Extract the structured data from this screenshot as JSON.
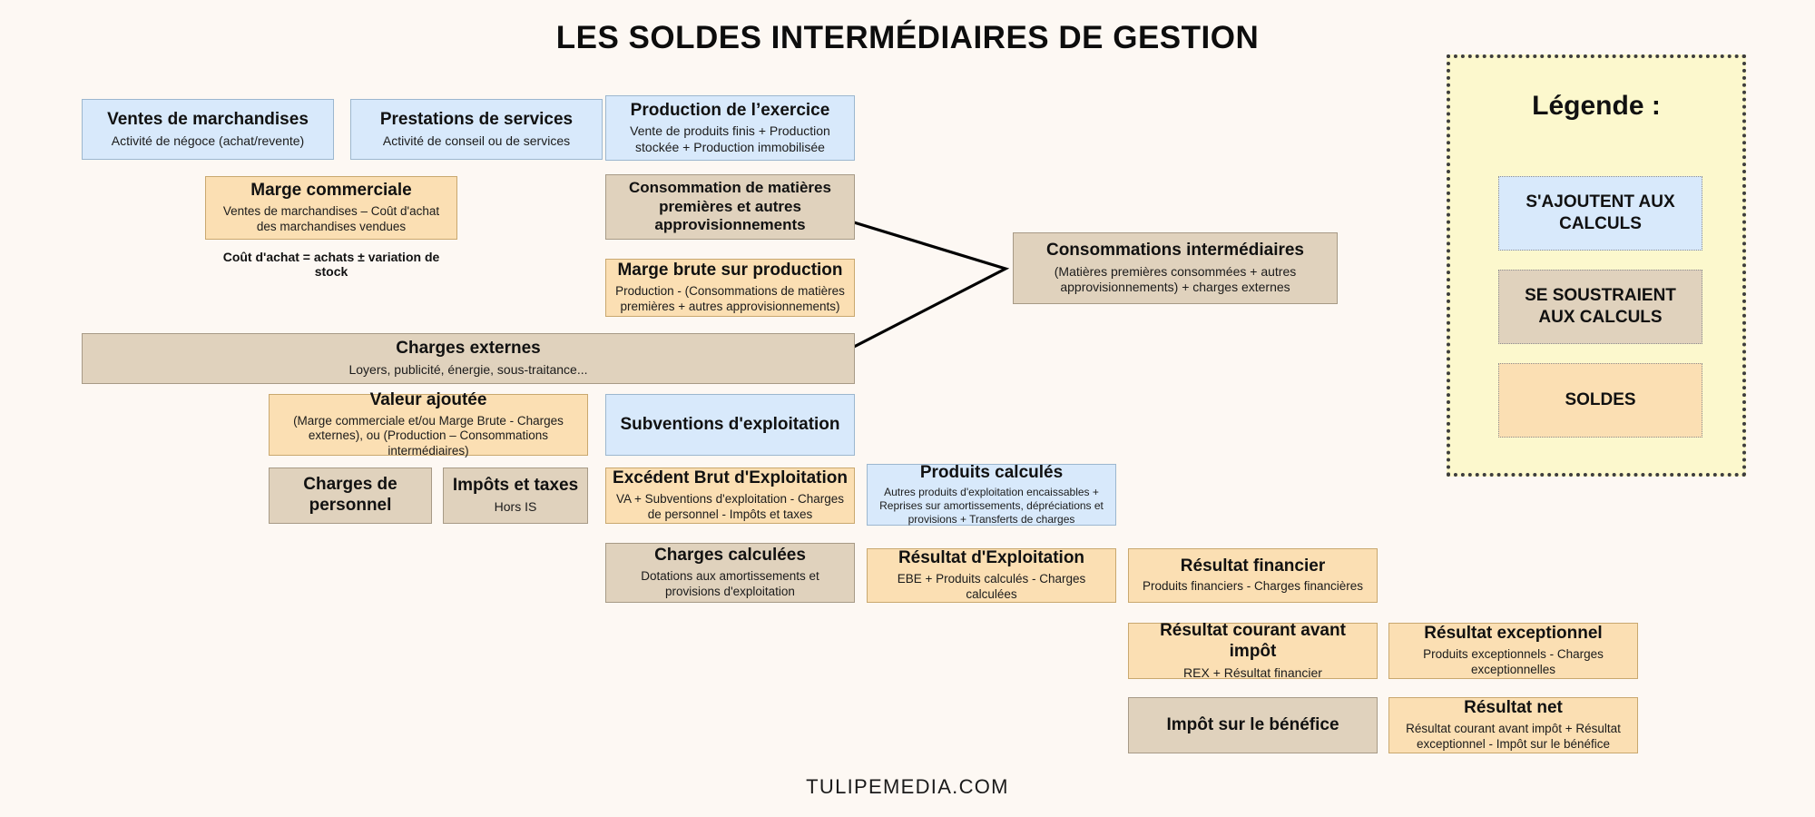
{
  "page": {
    "title": "LES SOLDES INTERMÉDIAIRES DE GESTION",
    "footer": "TULIPEMEDIA.COM",
    "background_color": "#fdf8f3"
  },
  "colors": {
    "add_blue": "#d8e9fb",
    "subtract_tan": "#e0d2bd",
    "solde_orange": "#fbdfb3",
    "legend_background": "#fcf8cd",
    "legend_border": "#3d3d3d",
    "connector_line": "#000000"
  },
  "boxes": [
    {
      "id": "ventes-de-marchandises",
      "kind": "add",
      "title": "Ventes de marchandises",
      "subtitle": "Activité de négoce (achat/revente)"
    },
    {
      "id": "prestations-de-services",
      "kind": "add",
      "title": "Prestations de services",
      "subtitle": "Activité de conseil ou de services"
    },
    {
      "id": "production-de-lexercice",
      "kind": "add",
      "title": "Production de l’exercice",
      "subtitle": "Vente de produits finis + Production stockée + Production immobilisée"
    },
    {
      "id": "marge-commerciale",
      "kind": "solde",
      "title": "Marge commerciale",
      "subtitle": "Ventes de marchandises – Coût d'achat des marchandises vendues"
    },
    {
      "id": "consommation-de-matieres-premieres",
      "kind": "subtract",
      "title": "Consommation de matières premières et autres approvisionnements",
      "subtitle": ""
    },
    {
      "id": "marge-brute-sur-production",
      "kind": "solde",
      "title": "Marge brute sur production",
      "subtitle": "Production - (Consommations de matières premières + autres approvisionnements)"
    },
    {
      "id": "consommations-intermediaires",
      "kind": "subtract",
      "title": "Consommations intermédiaires",
      "subtitle": "(Matières premières consommées + autres approvisionnements) + charges externes"
    },
    {
      "id": "charges-externes",
      "kind": "subtract",
      "title": "Charges externes",
      "subtitle": "Loyers, publicité, énergie, sous-traitance..."
    },
    {
      "id": "valeur-ajoutee",
      "kind": "solde",
      "title": "Valeur ajoutée",
      "subtitle": "(Marge commerciale et/ou Marge Brute - Charges externes), ou (Production – Consommations intermédiaires)"
    },
    {
      "id": "subventions-dexploitation",
      "kind": "add",
      "title": "Subventions d'exploitation",
      "subtitle": ""
    },
    {
      "id": "charges-de-personnel",
      "kind": "subtract",
      "title": "Charges de personnel",
      "subtitle": ""
    },
    {
      "id": "impots-et-taxes",
      "kind": "subtract",
      "title": "Impôts et taxes",
      "subtitle": "Hors IS"
    },
    {
      "id": "excedent-brut-dexploitation",
      "kind": "solde",
      "title": "Excédent Brut d'Exploitation",
      "subtitle": "VA + Subventions d'exploitation - Charges de personnel - Impôts et taxes"
    },
    {
      "id": "produits-calcules",
      "kind": "add",
      "title": "Produits calculés",
      "subtitle": "Autres produits d'exploitation encaissables + Reprises sur amortissements, dépréciations et provisions + Transferts de charges"
    },
    {
      "id": "charges-calculees",
      "kind": "subtract",
      "title": "Charges calculées",
      "subtitle": "Dotations aux amortissements et provisions d'exploitation"
    },
    {
      "id": "resultat-dexploitation",
      "kind": "solde",
      "title": "Résultat d'Exploitation",
      "subtitle": "EBE + Produits calculés - Charges calculées"
    },
    {
      "id": "resultat-financier",
      "kind": "solde",
      "title": "Résultat financier",
      "subtitle": "Produits financiers - Charges financières"
    },
    {
      "id": "resultat-courant-avant-impot",
      "kind": "solde",
      "title": "Résultat courant avant impôt",
      "subtitle": "REX + Résultat financier"
    },
    {
      "id": "resultat-exceptionnel",
      "kind": "solde",
      "title": "Résultat exceptionnel",
      "subtitle": "Produits exceptionnels - Charges exceptionnelles"
    },
    {
      "id": "impot-sur-le-benefice",
      "kind": "subtract",
      "title": "Impôt sur le bénéfice",
      "subtitle": ""
    },
    {
      "id": "resultat-net",
      "kind": "solde",
      "title": "Résultat net",
      "subtitle": "Résultat courant avant impôt + Résultat exceptionnel - Impôt sur le bénéfice"
    }
  ],
  "notes": [
    {
      "id": "cout-dachat-note",
      "text": "Coût d'achat = achats ± variation de stock"
    }
  ],
  "legend": {
    "title": "Légende :",
    "items": [
      {
        "id": "legend-add",
        "label": "S'AJOUTENT AUX CALCULS",
        "color": "#d8e9fb"
      },
      {
        "id": "legend-subtract",
        "label": "SE SOUSTRAIENT AUX CALCULS",
        "color": "#e0d2bd"
      },
      {
        "id": "legend-solde",
        "label": "SOLDES",
        "color": "#fbdfb3"
      }
    ]
  }
}
